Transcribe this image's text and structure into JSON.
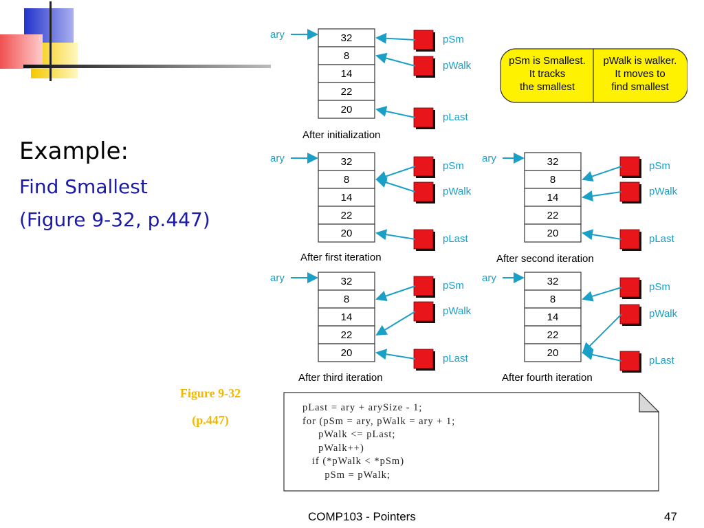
{
  "slide": {
    "heading": "Example:",
    "subtitle_1": "Find Smallest",
    "subtitle_2": "(Figure 9-32, p.447)",
    "caption_1": "Figure 9-32",
    "caption_2": "(p.447)",
    "footer_course": "COMP103 - Pointers",
    "page_number": "47"
  },
  "figure": {
    "ptr_ary": "ary",
    "ptr_psm": "pSm",
    "ptr_pwalk": "pWalk",
    "ptr_plast": "pLast",
    "array_values": [
      "32",
      "8",
      "14",
      "22",
      "20"
    ],
    "note": {
      "left": [
        "pSm is Smallest.",
        "It tracks",
        "the smallest"
      ],
      "right": [
        "pWalk is walker.",
        "It moves to",
        "find smallest"
      ]
    },
    "panels": [
      {
        "label": "After initialization",
        "psm_index": 0,
        "pwalk_index": 1
      },
      {
        "label": "After first iteration",
        "psm_index": 1,
        "pwalk_index": 1
      },
      {
        "label": "After second  iteration",
        "psm_index": 1,
        "pwalk_index": 2
      },
      {
        "label": "After third iteration",
        "psm_index": 1,
        "pwalk_index": 3
      },
      {
        "label": "After fourth iteration",
        "psm_index": 1,
        "pwalk_index": 4
      }
    ]
  },
  "code": {
    "lines": [
      "pLast = ary + arySize - 1;",
      "for (pSm = ary, pWalk = ary + 1;",
      "     pWalk <= pLast;",
      "     pWalk++)",
      "   if (*pWalk < *pSm)",
      "       pSm = pWalk;"
    ]
  },
  "colors": {
    "arrow": "#1a9fc6",
    "pointer_box": "#e8151b",
    "note_fill": "#fff200",
    "caption": "#f2b800",
    "subtitle": "#1a1aa6"
  }
}
